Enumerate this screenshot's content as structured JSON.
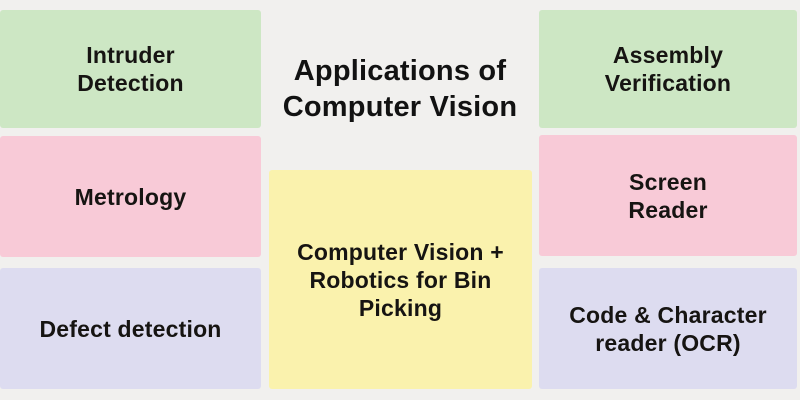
{
  "title": {
    "text": "Applications of\nComputer Vision"
  },
  "boxes": {
    "left": [
      {
        "id": "intruder-detection",
        "label": "Intruder\nDetection",
        "color": "#cde7c4"
      },
      {
        "id": "metrology",
        "label": "Metrology",
        "color": "#f8cad7"
      },
      {
        "id": "defect-detection",
        "label": "Defect detection",
        "color": "#dddcf0"
      }
    ],
    "center": {
      "id": "bin-picking",
      "label": "Computer Vision +\nRobotics for Bin\nPicking",
      "color": "#faf2ad"
    },
    "right": [
      {
        "id": "assembly-verification",
        "label": "Assembly\nVerification",
        "color": "#cde7c4"
      },
      {
        "id": "screen-reader",
        "label": "Screen\nReader",
        "color": "#f8cad7"
      },
      {
        "id": "ocr-reader",
        "label": "Code & Character\nreader (OCR)",
        "color": "#dddcf0"
      }
    ]
  },
  "colors": {
    "background": "#f1f0ee",
    "text": "#161412",
    "green": "#cde7c4",
    "pink": "#f8cad7",
    "lavender": "#dddcf0",
    "yellow": "#faf2ad"
  }
}
